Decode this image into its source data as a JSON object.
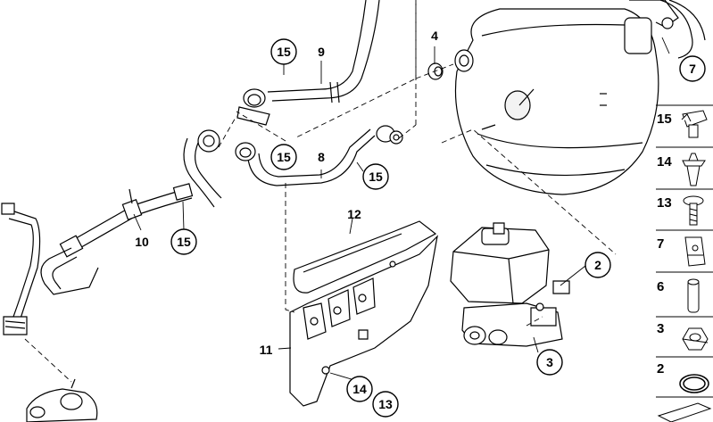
{
  "callouts": {
    "c15_top": "15",
    "c9": "9",
    "c4": "4",
    "c7": "7",
    "c15_mid": "15",
    "c8": "8",
    "c15_right": "15",
    "c10": "10",
    "c15_left": "15",
    "c12": "12",
    "c2": "2",
    "c3": "3",
    "c11": "11",
    "c14": "14",
    "c13": "13"
  },
  "sidebar": {
    "items": [
      {
        "num": "15",
        "part": "clip-nut"
      },
      {
        "num": "14",
        "part": "expanding-rivet"
      },
      {
        "num": "13",
        "part": "screw"
      },
      {
        "num": "7",
        "part": "spring-nut"
      },
      {
        "num": "6",
        "part": "pin"
      },
      {
        "num": "3",
        "part": "hex-nut"
      },
      {
        "num": "2",
        "part": "o-ring"
      },
      {
        "num": "",
        "part": "wedge-shim"
      }
    ]
  }
}
